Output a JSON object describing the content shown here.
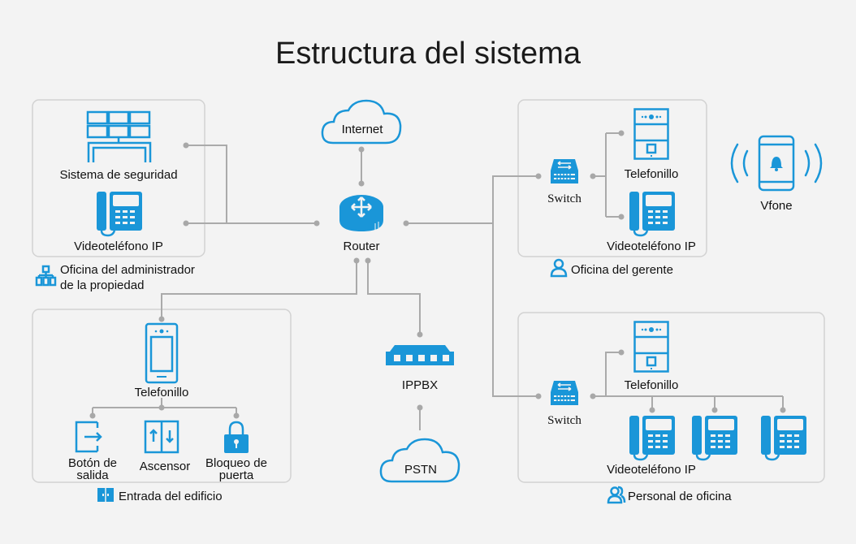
{
  "title": "Estructura del sistema",
  "colors": {
    "accent": "#1a96d8",
    "line": "#aaaaaa",
    "background": "#f3f3f3"
  },
  "nodes": {
    "internet": "Internet",
    "router": "Router",
    "ippbx": "IPPBX",
    "pstn": "PSTN",
    "vfone": "Vfone"
  },
  "admin_office": {
    "security": "Sistema de seguridad",
    "ip_phone": "Videoteléfono IP",
    "caption_line1": "Oficina del administrador",
    "caption_line2": "de la propiedad"
  },
  "building_entrance": {
    "door_station": "Telefonillo",
    "exit_button_line1": "Botón de",
    "exit_button_line2": "salida",
    "elevator": "Ascensor",
    "lock_line1": "Bloqueo de",
    "lock_line2": "puerta",
    "caption": "Entrada del edificio"
  },
  "manager_office": {
    "switch": "Switch",
    "door_station": "Telefonillo",
    "ip_phone": "Videoteléfono IP",
    "caption": "Oficina del gerente"
  },
  "office_staff": {
    "switch": "Switch",
    "door_station": "Telefonillo",
    "ip_phone": "Videoteléfono IP",
    "caption": "Personal de oficina"
  }
}
